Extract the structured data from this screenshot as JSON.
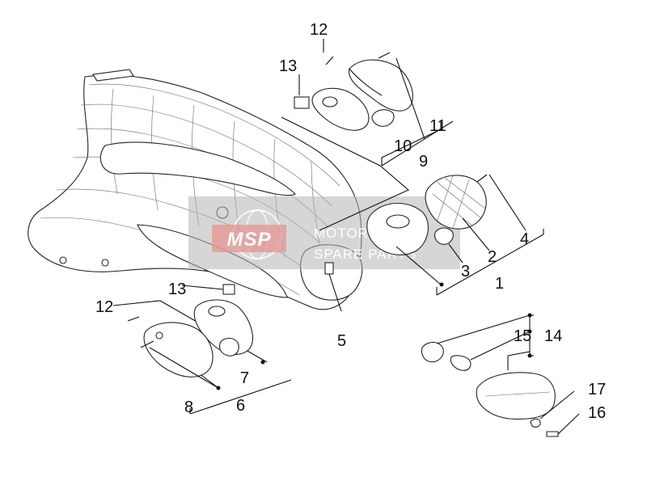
{
  "diagram": {
    "watermark": {
      "logo": "MSP",
      "line1": "MOTORCYCLE",
      "line2": "SPARE PARTS"
    },
    "callouts": {
      "c1": "1",
      "c2": "2",
      "c3": "3",
      "c4": "4",
      "c5": "5",
      "c6": "6",
      "c7": "7",
      "c8": "8",
      "c9": "9",
      "c10": "10",
      "c11": "11",
      "c12a": "12",
      "c12b": "12",
      "c13a": "13",
      "c13b": "13",
      "c14": "14",
      "c15": "15",
      "c16": "16",
      "c17": "17"
    },
    "colors": {
      "line": "#111111",
      "watermark_bg": "#b4b4b4",
      "watermark_logo": "#e39a93"
    }
  }
}
